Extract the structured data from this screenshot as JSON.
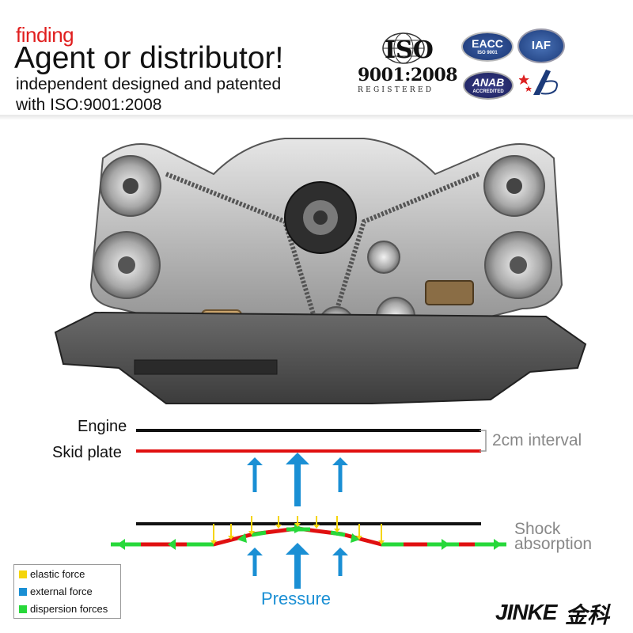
{
  "header": {
    "tagline": "finding",
    "headline": "Agent or distributor!",
    "sub_line1": "independent designed and patented",
    "sub_line2": "with ISO:9001:2008"
  },
  "certifications": {
    "iso_mark": "ISO",
    "iso_number": "9001:2008",
    "iso_registered": "REGISTERED",
    "eacc": "EACC",
    "eacc_sub": "ISO 9001",
    "iaf": "IAF",
    "anab": "ANAB",
    "anab_sub": "ACCREDITED"
  },
  "diagram": {
    "engine_label": "Engine",
    "skid_plate_label": "Skid plate",
    "interval_label": "2cm interval",
    "shock_label_line1": "Shock",
    "shock_label_line2": "absorption",
    "pressure_label": "Pressure"
  },
  "legend": {
    "items": [
      {
        "label": "elastic force",
        "color": "#f5d50a"
      },
      {
        "label": "external force",
        "color": "#1a8fd4"
      },
      {
        "label": "dispersion forces",
        "color": "#27d83a"
      }
    ]
  },
  "colors": {
    "engine_line": "#111111",
    "skid_line": "#e01010",
    "elastic": "#f5d50a",
    "external": "#1a8fd4",
    "dispersion": "#27d83a"
  },
  "brand": {
    "name": "JINKE",
    "name_cn": "金科"
  }
}
